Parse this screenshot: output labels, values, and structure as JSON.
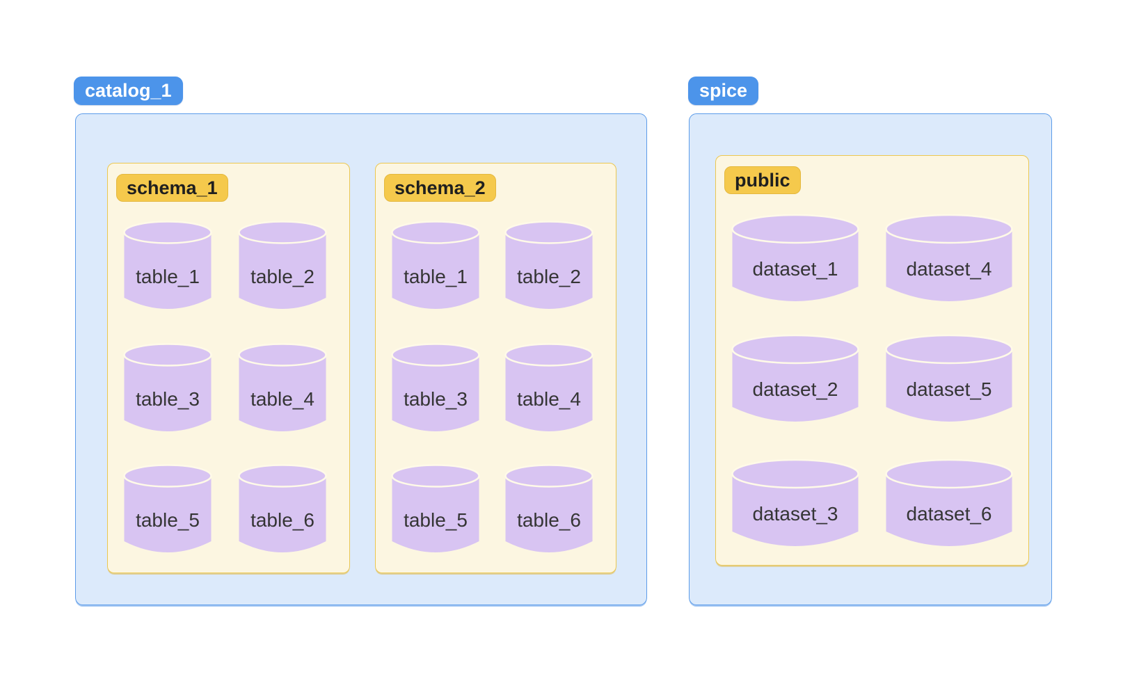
{
  "colors": {
    "blue_badge_bg": "#4C94EA",
    "blue_badge_text": "#FFFFFF",
    "container_bg": "#DCEAFB",
    "container_border": "#5B9BE9",
    "yellow_badge_bg": "#F5C94C",
    "yellow_badge_border": "#E4B83E",
    "yellow_badge_text": "#1F1F1F",
    "schema_box_bg": "#FCF6E1",
    "schema_box_border": "#EBC751",
    "cylinder_fill": "#D8C4F2",
    "cylinder_arc_stroke": "#FFFAE8",
    "label_text": "#353535"
  },
  "catalogs": [
    {
      "label": "catalog_1",
      "schemas": [
        {
          "label": "schema_1",
          "tables": [
            "table_1",
            "table_2",
            "table_3",
            "table_4",
            "table_5",
            "table_6"
          ]
        },
        {
          "label": "schema_2",
          "tables": [
            "table_1",
            "table_2",
            "table_3",
            "table_4",
            "table_5",
            "table_6"
          ]
        }
      ]
    },
    {
      "label": "spice",
      "schemas": [
        {
          "label": "public",
          "tables": [
            "dataset_1",
            "dataset_2",
            "dataset_3",
            "dataset_4",
            "dataset_5",
            "dataset_6"
          ]
        }
      ]
    }
  ]
}
